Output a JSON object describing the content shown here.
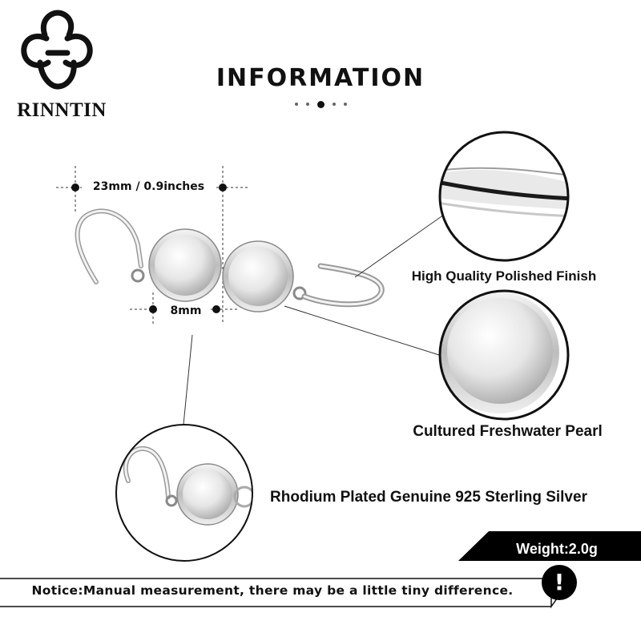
{
  "brand": {
    "name": "RINNTIN",
    "logo_icon": "clover-logo-icon"
  },
  "heading": {
    "title": "INFORMATION"
  },
  "dimensions": {
    "overall_length": "23mm / 0.9inches",
    "pearl_size": "8mm"
  },
  "features": {
    "finish": "High Quality Polished Finish",
    "pearl": "Cultured Freshwater Pearl",
    "material": "Rhodium Plated Genuine 925 Sterling Silver"
  },
  "weight": {
    "label": "Weight:2.0g"
  },
  "notice": {
    "text": "Notice:Manual measurement, there may be a little tiny difference.",
    "icon": "exclamation-icon",
    "mark": "!"
  },
  "colors": {
    "ink": "#111111",
    "silver": "#dcdcdc",
    "banner": "#000000"
  }
}
